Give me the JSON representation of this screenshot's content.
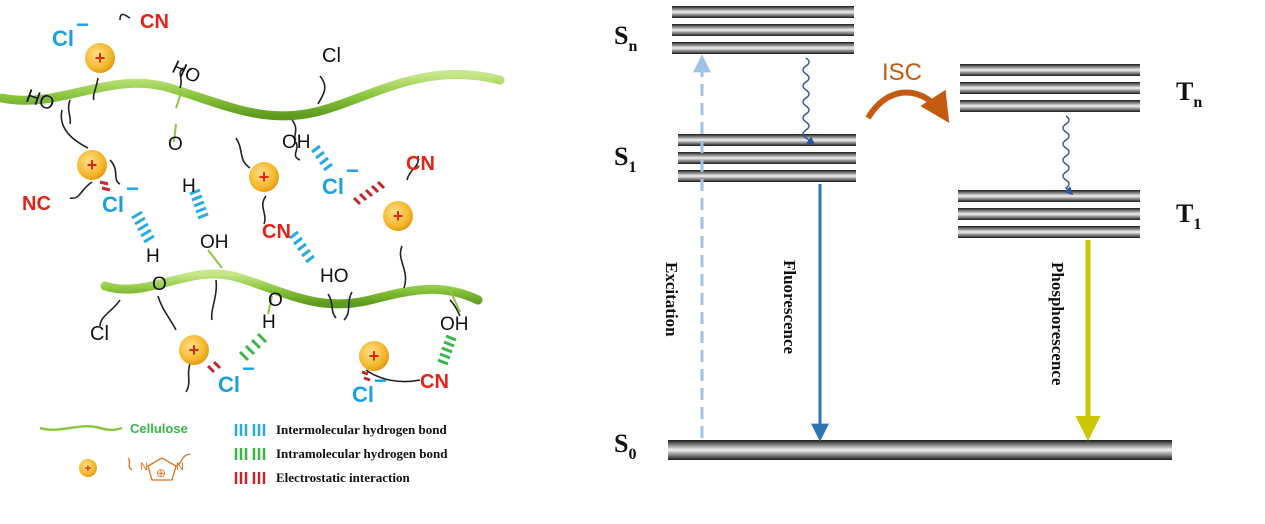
{
  "left_panel": {
    "ion_labels": {
      "cl_minus": "Cl",
      "minus_sign": "−",
      "cn": "CN",
      "nc": "NC",
      "cl": "Cl",
      "plus_sign": "+"
    },
    "group_labels": {
      "ho": "HO",
      "oh": "OH",
      "o": "O",
      "h": "H"
    },
    "legend": {
      "cellulose": "Cellulose",
      "intermolecular": "Intermolecular hydrogen bond",
      "intramolecular": "Intramolecular hydrogen bond",
      "electrostatic": "Electrostatic interaction",
      "ring_n": "N",
      "ring_charge": "⊕"
    }
  },
  "right_panel": {
    "levels": {
      "sn": {
        "base": "S",
        "sub": "n"
      },
      "s1": {
        "base": "S",
        "sub": "1"
      },
      "s0": {
        "base": "S",
        "sub": "0"
      },
      "tn": {
        "base": "T",
        "sub": "n"
      },
      "t1": {
        "base": "T",
        "sub": "1"
      }
    },
    "isc": "ISC",
    "excitation": "Excitation",
    "fluorescence": "Fluorescence",
    "phosphorescence": "Phosphorescence"
  },
  "colors": {
    "cellulose_green": "#8cc63f",
    "cation_yellow": "#f5b82e",
    "plus_red": "#e2231a",
    "chloride_blue": "#1ba1e2",
    "cn_red": "#e2231a",
    "inter_bond": "#29abe2",
    "intra_bond": "#39b54a",
    "electro_bond": "#c1272d",
    "excitation_arrow": "#9dc3e6",
    "fluorescence_arrow": "#2e75b6",
    "phosphorescence_arrow": "#c8c800",
    "isc_arrow": "#c55a11",
    "wavy_arrow": "#2f5597",
    "ring_orange": "#e07020"
  }
}
